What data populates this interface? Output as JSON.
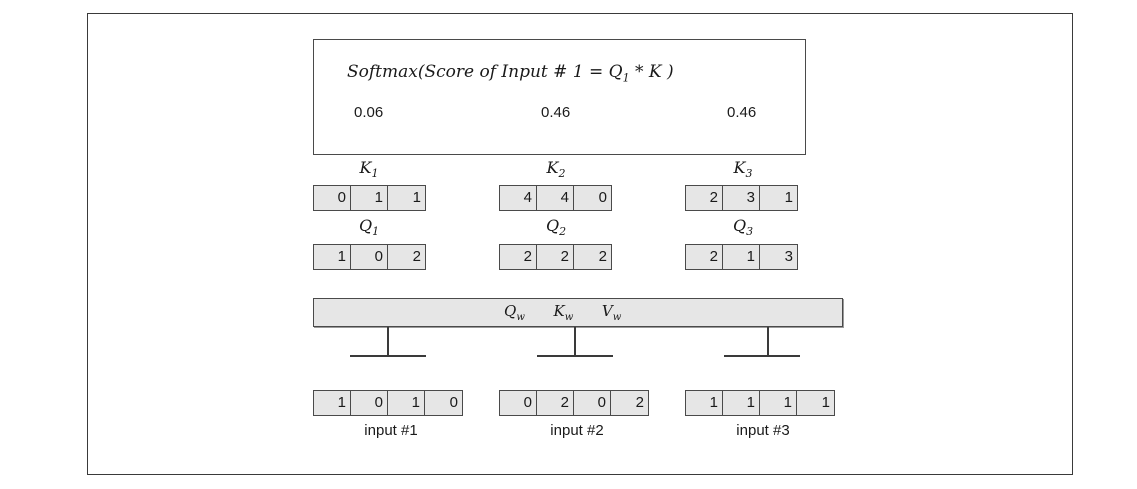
{
  "softmax": {
    "formula_prefix": "Softmax(Score of Input # 1 = ",
    "q_symbol": "Q",
    "q_sub": "1",
    "operator": " * ",
    "k_symbol": "K",
    "close": " )",
    "scores": [
      "0.06",
      "0.46",
      "0.46"
    ]
  },
  "keys": [
    {
      "symbol": "K",
      "sub": "1",
      "values": [
        "0",
        "1",
        "1"
      ]
    },
    {
      "symbol": "K",
      "sub": "2",
      "values": [
        "4",
        "4",
        "0"
      ]
    },
    {
      "symbol": "K",
      "sub": "3",
      "values": [
        "2",
        "3",
        "1"
      ]
    }
  ],
  "queries": [
    {
      "symbol": "Q",
      "sub": "1",
      "values": [
        "1",
        "0",
        "2"
      ]
    },
    {
      "symbol": "Q",
      "sub": "2",
      "values": [
        "2",
        "2",
        "2"
      ]
    },
    {
      "symbol": "Q",
      "sub": "3",
      "values": [
        "2",
        "1",
        "3"
      ]
    }
  ],
  "weights": {
    "q": {
      "symbol": "Q",
      "sub": "w"
    },
    "k": {
      "symbol": "K",
      "sub": "w"
    },
    "v": {
      "symbol": "V",
      "sub": "w"
    }
  },
  "inputs": [
    {
      "label": "input #1",
      "values": [
        "1",
        "0",
        "1",
        "0"
      ]
    },
    {
      "label": "input #2",
      "values": [
        "0",
        "2",
        "0",
        "2"
      ]
    },
    {
      "label": "input #3",
      "values": [
        "1",
        "1",
        "1",
        "1"
      ]
    }
  ],
  "colors": {
    "cell_fill": "#e6e6e6",
    "stroke": "#4a4a4a"
  }
}
